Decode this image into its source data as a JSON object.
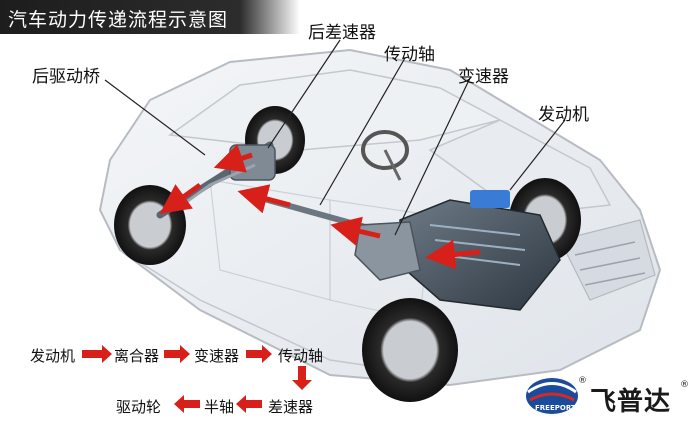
{
  "title": "汽车动力传递流程示意图",
  "callouts": {
    "rear_differential": "后差速器",
    "rear_axle": "后驱动桥",
    "drive_shaft": "传动轴",
    "transmission": "变速器",
    "engine": "发动机"
  },
  "flow": {
    "engine": "发动机",
    "clutch": "离合器",
    "gearbox": "变速器",
    "driveshaft": "传动轴",
    "differential": "差速器",
    "halfshaft": "半轴",
    "wheel": "驱动轮"
  },
  "brand": {
    "name": "飞普达",
    "logo_text": "FREEPORT",
    "registered": "®"
  },
  "colors": {
    "arrow": "#d8201a",
    "title_bg": "#222222",
    "logo_blue": "#1b4c9b",
    "logo_red": "#d32a23"
  }
}
